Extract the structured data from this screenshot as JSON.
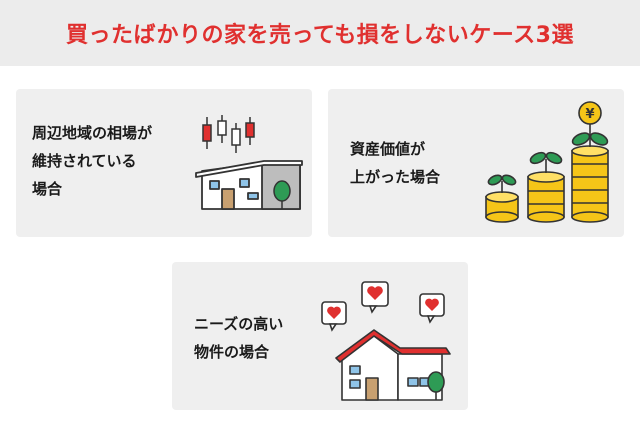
{
  "title": "買ったばかりの家を売っても損をしないケース3選",
  "cards": [
    {
      "lines": [
        "周辺地域の相場が",
        "維持されている",
        "場合"
      ],
      "illustration": "house-with-candlestick-chart"
    },
    {
      "lines": [
        "資産価値が",
        "上がった場合"
      ],
      "illustration": "growing-coin-stacks-with-yen"
    },
    {
      "lines": [
        "ニーズの高い",
        "物件の場合"
      ],
      "illustration": "house-with-heart-bubbles"
    }
  ],
  "yen_symbol": "¥",
  "colors": {
    "accent": "#e0302f",
    "coin": "#f5c518",
    "plant": "#2e9b55",
    "card_bg": "#efefef",
    "header_bg": "#ececec"
  }
}
